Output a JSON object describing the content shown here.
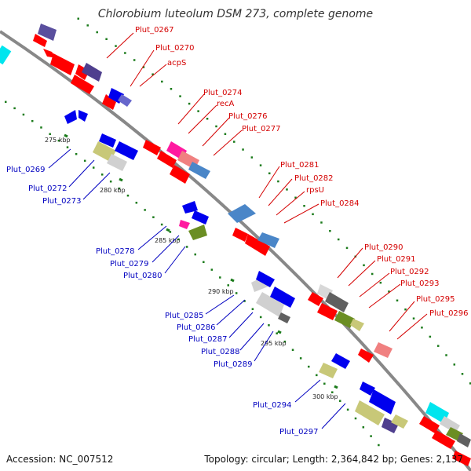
{
  "title": "Chlorobium luteolum DSM 273, complete genome",
  "footer": {
    "accession": "Accession: NC_007512",
    "summary": "Topology: circular; Length: 2,364,842 bp; Genes: 2,137"
  },
  "colors": {
    "forward_label": "#d40000",
    "reverse_label": "#0000c0",
    "backbone": "#888888",
    "tick": "#1a7a1a"
  },
  "kbp_markers": [
    {
      "text": "275 kbp"
    },
    {
      "text": "280 kbp"
    },
    {
      "text": "285 kbp"
    },
    {
      "text": "290 kbp"
    },
    {
      "text": "295 kbp"
    },
    {
      "text": "300 kbp"
    }
  ],
  "forward_genes": [
    "Plut_0267",
    "Plut_0270",
    "acpS",
    "Plut_0274",
    "recA",
    "Plut_0276",
    "Plut_0277",
    "Plut_0281",
    "Plut_0282",
    "rpsU",
    "Plut_0284",
    "Plut_0290",
    "Plut_0291",
    "Plut_0292",
    "Plut_0293",
    "Plut_0295",
    "Plut_0296"
  ],
  "reverse_genes": [
    "Plut_0269",
    "Plut_0272",
    "Plut_0273",
    "Plut_0278",
    "Plut_0279",
    "Plut_0280",
    "Plut_0285",
    "Plut_0286",
    "Plut_0287",
    "Plut_0288",
    "Plut_0289",
    "Plut_0294",
    "Plut_0297"
  ]
}
